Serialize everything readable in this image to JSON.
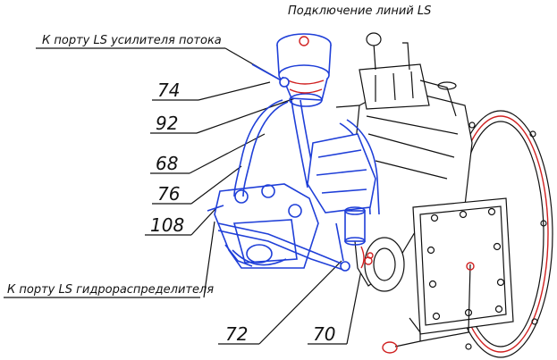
{
  "diagram": {
    "title": "Подключение линий LS",
    "label_flow_amp": "К порту LS усилителя потока",
    "label_hydrodist": "К порту LS гидрораспределителя",
    "callouts": [
      "74",
      "92",
      "68",
      "76",
      "108",
      "72",
      "70"
    ]
  },
  "colors": {
    "outline": "#111111",
    "ls_lines": "#1f3fd8",
    "highlight": "#d02020"
  }
}
